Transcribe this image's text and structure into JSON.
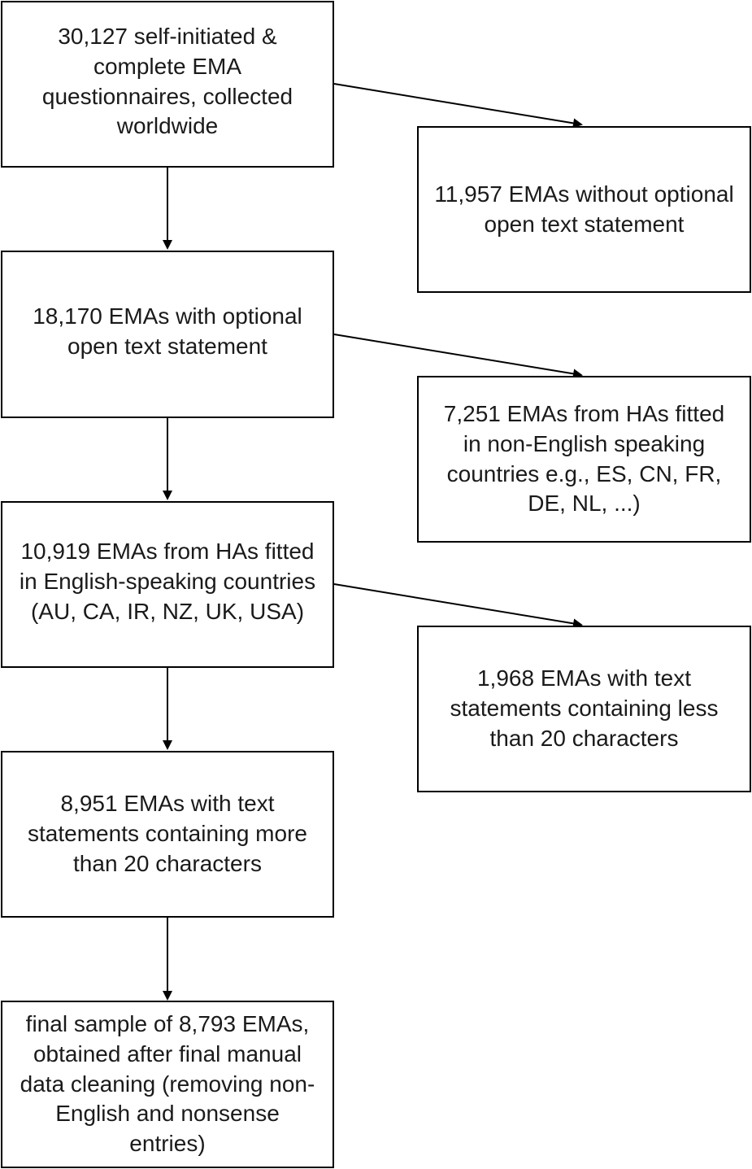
{
  "colors": {
    "line": "#000000",
    "text": "#1a1a1a",
    "background": "#ffffff"
  },
  "main_steps": [
    {
      "id": "step-1",
      "text": "30,127 self-initiated &\ncomplete EMA\nquestionnaires, collected\nworldwide"
    },
    {
      "id": "step-2",
      "text": "18,170 EMAs with optional\nopen text statement"
    },
    {
      "id": "step-3",
      "text": "10,919 EMAs from HAs fitted\nin English-speaking countries\n(AU, CA, IR, NZ, UK, USA)"
    },
    {
      "id": "step-4",
      "text": "8,951 EMAs with text\nstatements containing more\nthan 20 characters"
    },
    {
      "id": "step-5",
      "text": "final sample of 8,793 EMAs,\nobtained after final manual\ndata cleaning (removing non-\nEnglish and nonsense\nentries)"
    }
  ],
  "exclusions": [
    {
      "id": "excl-1",
      "text": "11,957 EMAs without optional\nopen text statement"
    },
    {
      "id": "excl-2",
      "text": "7,251 EMAs from HAs fitted\nin non-English speaking\ncountries e.g., ES, CN, FR,\nDE, NL, ...)"
    },
    {
      "id": "excl-3",
      "text": "1,968 EMAs with text\nstatements containing less\nthan 20 characters"
    }
  ]
}
